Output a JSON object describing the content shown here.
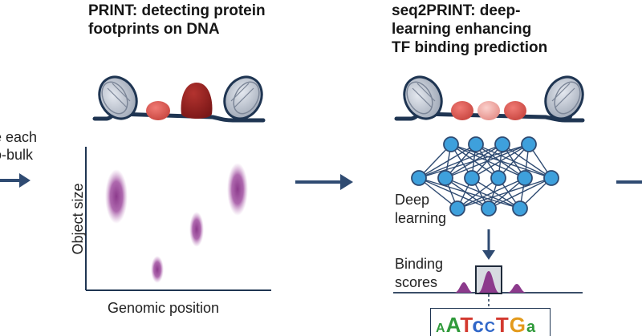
{
  "left_fragment": {
    "line1": "e each",
    "line2": "o-bulk"
  },
  "print_panel": {
    "title_line1": "PRINT: detecting protein",
    "title_line2": "footprints on DNA",
    "ylabel": "Object size",
    "xlabel": "Genomic position"
  },
  "seq2print_panel": {
    "title_line1": "seq2PRINT: deep-",
    "title_line2": "learning enhancing",
    "title_line3": "TF binding prediction",
    "deep_learning_line1": "Deep",
    "deep_learning_line2": "learning",
    "binding_line1": "Binding",
    "binding_line2": "scores",
    "motif": "AATcCTGa"
  },
  "colors": {
    "dna": "#1f3552",
    "nucleosome": "#b9c0cc",
    "tf_small": "#d9544f",
    "tf_large": "#8e1f1f",
    "tf_light": "#ef9c97",
    "node": "#3ea0dc",
    "arrow": "#2f4b72",
    "footprint": "#8c3a8c"
  }
}
